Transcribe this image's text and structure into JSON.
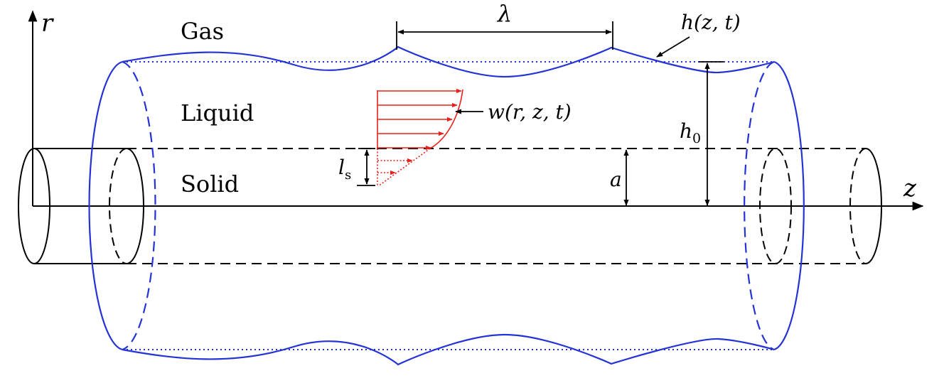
{
  "regions": {
    "gas": "Gas",
    "liquid": "Liquid",
    "solid": "Solid"
  },
  "symbols": {
    "r_axis": "r",
    "z_axis": "z",
    "wavelength": "λ",
    "interface": "h(z, t)",
    "velocity": "w(r, z, t)",
    "h0_base": "h",
    "h0_sub": "0",
    "radius": "a",
    "slip_base": "l",
    "slip_sub": "s"
  },
  "colors": {
    "interface": "#2433d6",
    "velocity": "#e8201a",
    "structure": "#000000"
  }
}
